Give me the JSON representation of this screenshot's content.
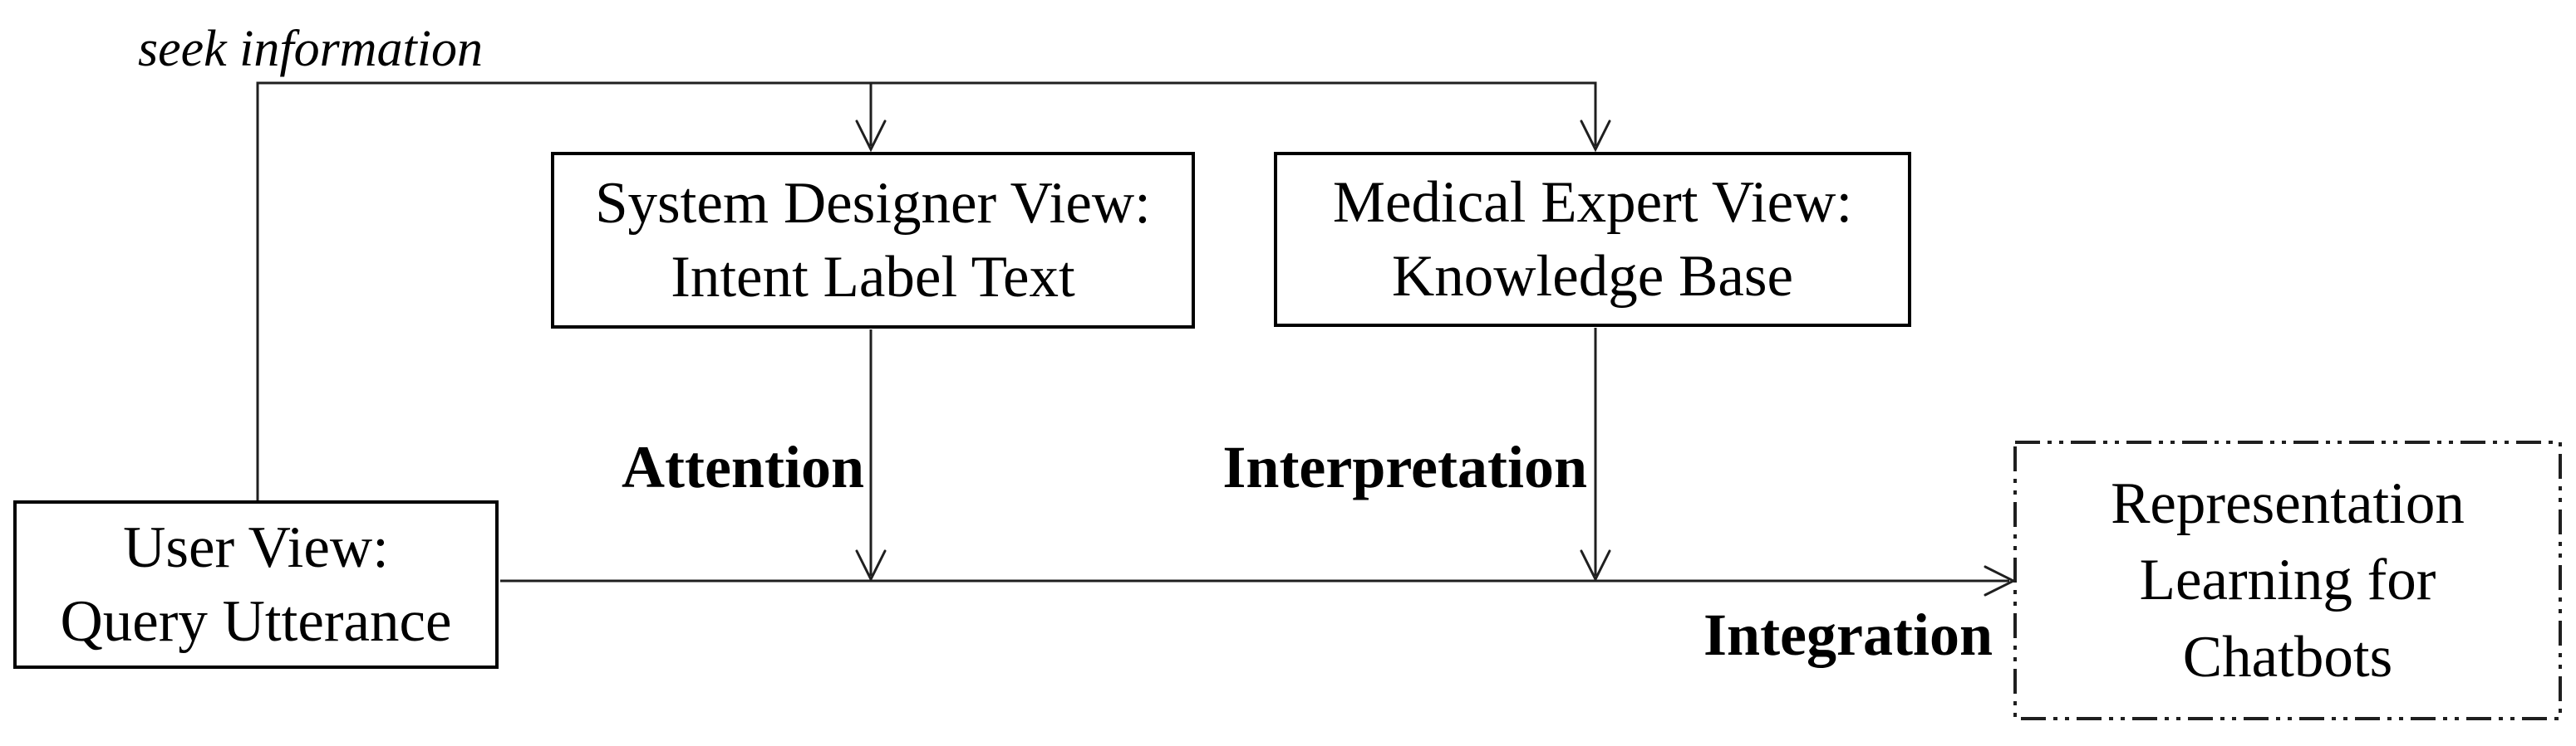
{
  "diagram": {
    "seek_label": "seek information",
    "boxes": {
      "system_designer": {
        "line1": "System Designer View:",
        "line2": "Intent Label Text"
      },
      "medical_expert": {
        "line1": "Medical Expert View:",
        "line2": "Knowledge Base"
      },
      "user": {
        "line1": "User View:",
        "line2": "Query Utterance"
      },
      "representation": {
        "line1": "Representation",
        "line2": "Learning for",
        "line3": "Chatbots"
      }
    },
    "flow_labels": {
      "attention": "Attention",
      "interpretation": "Interpretation",
      "integration": "Integration"
    },
    "colors": {
      "ink": "#000000",
      "line": "#1f1f1f",
      "background": "#ffffff"
    }
  }
}
